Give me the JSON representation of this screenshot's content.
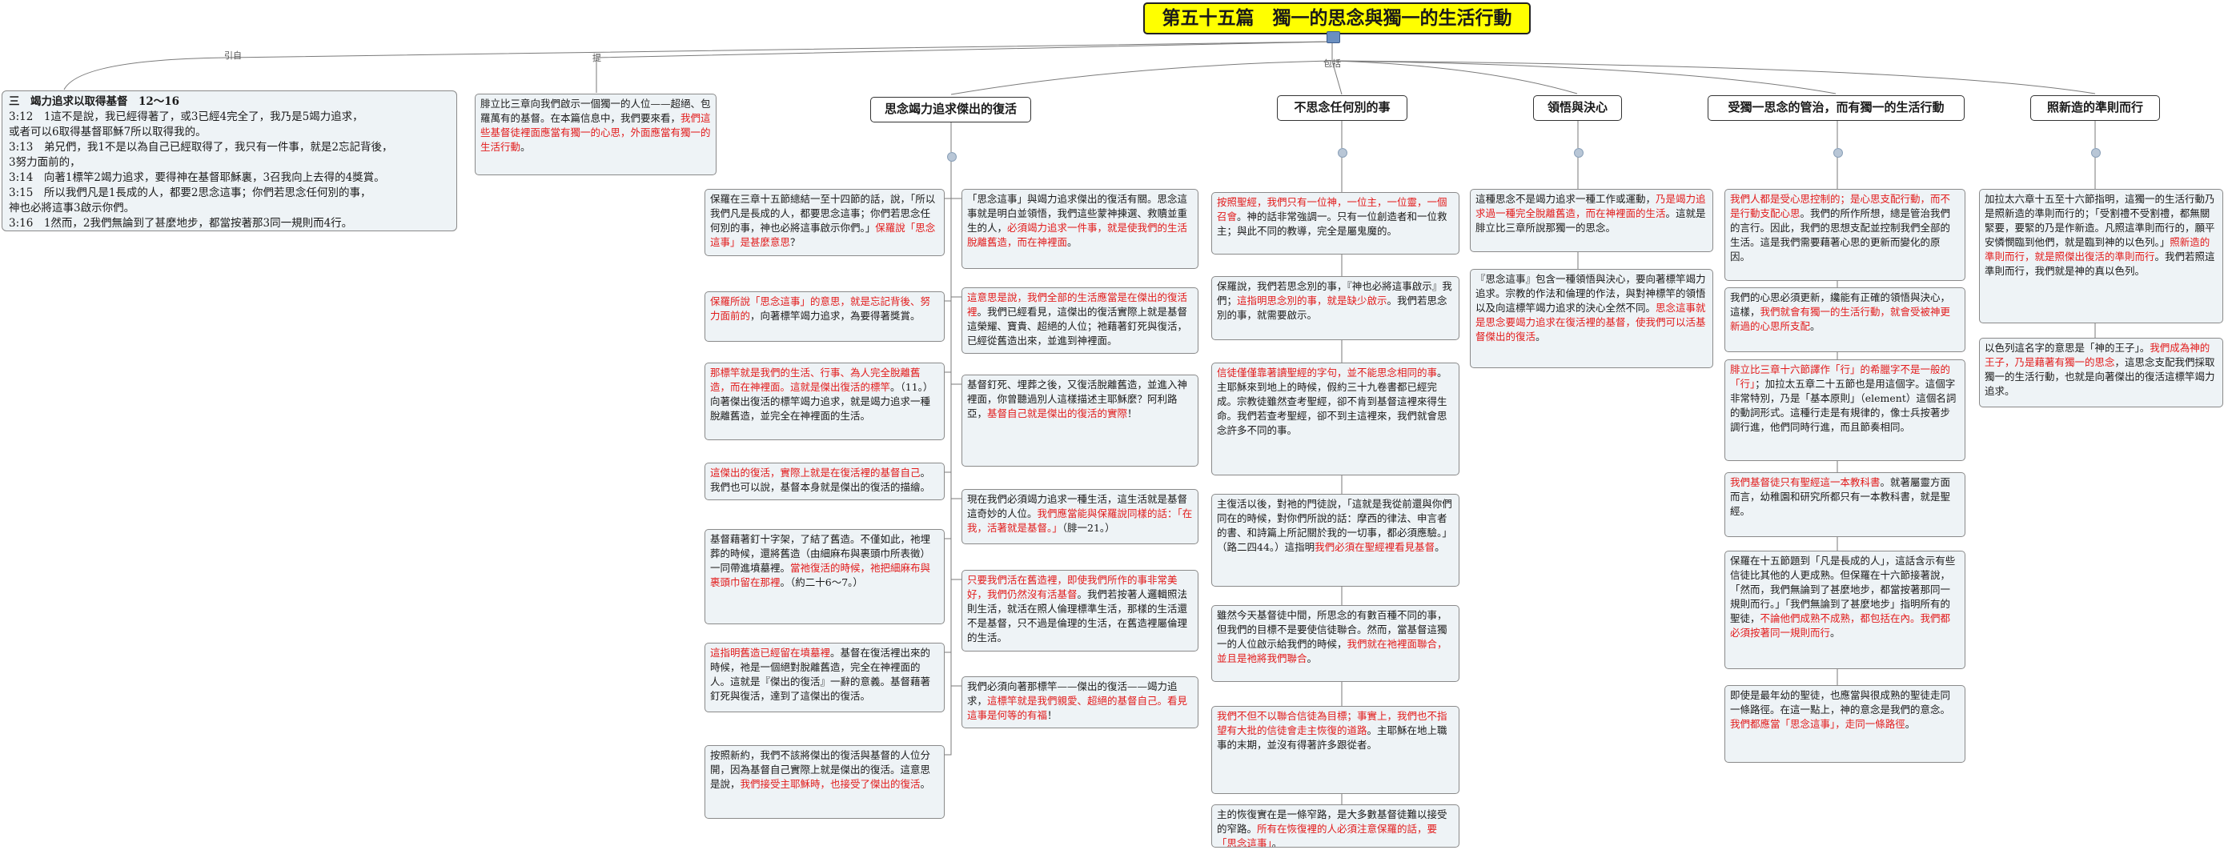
{
  "title": "第五十五篇　獨一的思念與獨一的生活行動",
  "branch_labels": {
    "yin": "引自",
    "ti": "提",
    "baokuo": "包括"
  },
  "scripture": {
    "heading": "三　竭力追求以取得基督　12～16",
    "lines": [
      "3:12　1這不是說，我已經得著了，或3已經4完全了，我乃是5竭力追求，",
      "或者可以6取得基督耶穌7所以取得我的。",
      "3:13　弟兄們，我1不是以為自己已經取得了，我只有一件事，就是2忘記背後，",
      "3努力面前的，",
      "3:14　向著1標竿2竭力追求，要得神在基督耶穌裏，3召我向上去得的4獎賞。",
      "3:15　所以我們凡是1長成的人，都要2思念這事；你們若思念任何別的事，",
      "神也必將這事3啟示你們。",
      "3:16　1然而，2我們無論到了甚麼地步，都當按著那3同一規則而4行。"
    ]
  },
  "intro_note": [
    {
      "t": "腓立比三章向我們啟示一個獨一的人位——超絕、包羅萬有的基督。在本篇信息中，我們要來看，",
      "r": false
    },
    {
      "t": "我們這些基督徒裡面應當有獨一的心思，外面應當有獨一的生活行動",
      "r": true
    },
    {
      "t": "。",
      "r": false
    }
  ],
  "topics": [
    {
      "label": "思念竭力追求傑出的復活"
    },
    {
      "label": "不思念任何別的事"
    },
    {
      "label": "領悟與決心"
    },
    {
      "label": "受獨一思念的管治，而有獨一的生活行動"
    },
    {
      "label": "照新造的準則而行"
    }
  ],
  "columns": {
    "c1a": [
      [
        {
          "t": "保羅在三章十五節總結一至十四節的話，說，「所以我們凡是長成的人，都要思念這事；你們若思念任何別的事，神也必將這事啟示你們。」",
          "r": false
        },
        {
          "t": "保羅說「思念這事」是甚麼意思",
          "r": true
        },
        {
          "t": "？",
          "r": false
        }
      ],
      [
        {
          "t": "保羅所說「思念這事」的意思，就是忘記背後、努力面前的",
          "r": true
        },
        {
          "t": "，向著標竿竭力追求，為要得著獎賞。",
          "r": false
        }
      ],
      [
        {
          "t": "那標竿就是我們的生活、行事、為人完全脫離舊造，而在神裡面。這就是傑出復活的標竿",
          "r": true
        },
        {
          "t": "。（11。）向著傑出復活的標竿竭力追求，就是竭力追求一種脫離舊造，並完全在神裡面的生活。",
          "r": false
        }
      ],
      [
        {
          "t": "這傑出的復活，實際上就是在復活裡的基督自己",
          "r": true
        },
        {
          "t": "。我們也可以說，基督本身就是傑出的復活的描繪。",
          "r": false
        }
      ],
      [
        {
          "t": "基督藉著釘十字架，了結了舊造。不僅如此，祂埋葬的時候，還將舊造（由細麻布與裹頭巾所表徵）一同帶進墳墓裡。",
          "r": false
        },
        {
          "t": "當祂復活的時候，祂把細麻布與裹頭巾留在那裡",
          "r": true
        },
        {
          "t": "。（約二十6～7。）",
          "r": false
        }
      ],
      [
        {
          "t": "這指明舊造已經留在墳墓裡",
          "r": true
        },
        {
          "t": "。基督在復活裡出來的時候，祂是一個絕對脫離舊造，完全在神裡面的人。這就是『傑出的復活』一辭的意義。基督藉著釘死與復活，達到了這傑出的復活。",
          "r": false
        }
      ],
      [
        {
          "t": "按照新約，我們不該將傑出的復活與基督的人位分開，因為基督自己實際上就是傑出的復活。這意思是說，",
          "r": false
        },
        {
          "t": "我們接受主耶穌時，也接受了傑出的復活",
          "r": true
        },
        {
          "t": "。",
          "r": false
        }
      ]
    ],
    "c1b": [
      [
        {
          "t": "「思念這事」與竭力追求傑出的復活有關。思念這事就是明白並領悟，我們這些蒙神揀選、救贖並重生的人，",
          "r": false
        },
        {
          "t": "必須竭力追求一件事，就是使我們的生活脫離舊造，而在神裡面",
          "r": true
        },
        {
          "t": "。",
          "r": false
        }
      ],
      [
        {
          "t": "這意思是說，我們全部的生活應當是在傑出的復活裡",
          "r": true
        },
        {
          "t": "。我們已經看見，這傑出的復活實際上就是基督這榮耀、寶貴、超絕的人位；祂藉著釘死與復活，已經從舊造出來，並進到神裡面。",
          "r": false
        }
      ],
      [
        {
          "t": "基督釘死、埋葬之後，又復活脫離舊造，並進入神裡面，你曾聽過別人這樣描述主耶穌麼？阿利路亞，",
          "r": false
        },
        {
          "t": "基督自己就是傑出的復活的實際",
          "r": true
        },
        {
          "t": "！",
          "r": false
        }
      ],
      [
        {
          "t": "現在我們必須竭力追求一種生活，這生活就是基督這奇妙的人位。",
          "r": false
        },
        {
          "t": "我們應當能與保羅說同樣的話：「在我，活著就是基督。」",
          "r": true
        },
        {
          "t": "（腓一21。）",
          "r": false
        }
      ],
      [
        {
          "t": "只要我們活在舊造裡，即使我們所作的事非常美好，我們仍然沒有活基督",
          "r": true
        },
        {
          "t": "。我們若按著人邏輯照法則生活，就活在照人倫理標準生活，那樣的生活還不是基督，只不過是倫理的生活，在舊造裡屬倫理的生活。",
          "r": false
        }
      ],
      [
        {
          "t": "我們必須向著那標竿——傑出的復活——竭力追求，",
          "r": false
        },
        {
          "t": "這標竿就是我們親愛、超絕的基督自己。看見這事是何等的有福",
          "r": true
        },
        {
          "t": "！",
          "r": false
        }
      ]
    ],
    "c2": [
      [
        {
          "t": "按照聖經，我們只有一位神，一位主，一位靈，一個召會",
          "r": true
        },
        {
          "t": "。神的話非常強調一。只有一位創造者和一位救主；與此不同的教導，完全是屬鬼魔的。",
          "r": false
        }
      ],
      [
        {
          "t": "保羅說，我們若思念別的事，『神也必將這事啟示』我們；",
          "r": false
        },
        {
          "t": "這指明思念別的事，就是缺少啟示",
          "r": true
        },
        {
          "t": "。我們若思念別的事，就需要啟示。",
          "r": false
        }
      ],
      [
        {
          "t": "信徒僅僅靠著讀聖經的字句，並不能思念相同的事",
          "r": true
        },
        {
          "t": "。主耶穌來到地上的時候，假約三十九卷書都已經完成。宗教徒雖然查考聖經，卻不肯到基督這裡來得生命。我們若查考聖經，卻不到主這裡來，我們就會思念許多不同的事。",
          "r": false
        }
      ],
      [
        {
          "t": "主復活以後，對祂的門徒說，「這就是我從前還與你們同在的時候，對你們所說的話：摩西的律法、申言者的書、和詩篇上所記關於我的一切事，都必須應驗。」（路二四44。）這指明",
          "r": false
        },
        {
          "t": "我們必須在聖經裡看見基督",
          "r": true
        },
        {
          "t": "。",
          "r": false
        }
      ],
      [
        {
          "t": "雖然今天基督徒中間，所思念的有數百種不同的事，但我們的目標不是要使信徒聯合。然而，當基督這獨一的人位啟示給我們的時候，",
          "r": false
        },
        {
          "t": "我們就在祂裡面聯合，並且是祂將我們聯合",
          "r": true
        },
        {
          "t": "。",
          "r": false
        }
      ],
      [
        {
          "t": "我們不但不以聯合信徒為目標；事實上，我們也不指望有大批的信徒會走主恢復的道路",
          "r": true
        },
        {
          "t": "。主耶穌在地上職事的末期，並沒有得著許多跟從者。",
          "r": false
        }
      ],
      [
        {
          "t": "主的恢復實在是一條窄路，是大多數基督徒難以接受的窄路。",
          "r": false
        },
        {
          "t": "所有在恢復裡的人必須注意保羅的話，要「思念這事」",
          "r": true
        },
        {
          "t": "。",
          "r": false
        }
      ]
    ],
    "c3": [
      [
        {
          "t": "這種思念不是竭力追求一種工作或運動，",
          "r": false
        },
        {
          "t": "乃是竭力追求過一種完全脫離舊造，而在神裡面的生活",
          "r": true
        },
        {
          "t": "。這就是腓立比三章所說那獨一的思念。",
          "r": false
        }
      ],
      [
        {
          "t": "『思念這事』包含一種領悟與決心，要向著標竿竭力追求。宗教的作法和倫理的作法，與對神標竿的領悟以及向這標竿竭力追求的決心全然不同。",
          "r": false
        },
        {
          "t": "思念這事就是思念要竭力追求在復活裡的基督，使我們可以活基督傑出的復活",
          "r": true
        },
        {
          "t": "。",
          "r": false
        }
      ]
    ],
    "c4": [
      [
        {
          "t": "我們人都是受心思控制的；是心思支配行動，而不是行動支配心思",
          "r": true
        },
        {
          "t": "。我們的所作所想，總是管治我們的言行。因此，我們的思想支配並控制我們全部的生活。這是我們需要藉著心思的更新而變化的原因。",
          "r": false
        }
      ],
      [
        {
          "t": "我們的心思必須更新，纔能有正確的領悟與決心，這樣，",
          "r": false
        },
        {
          "t": "我們就會有獨一的生活行動，就會受被神更新過的心思所支配",
          "r": true
        },
        {
          "t": "。",
          "r": false
        }
      ],
      [
        {
          "t": "腓立比三章十六節譯作「行」的希臘字不是一般的「行」",
          "r": true
        },
        {
          "t": "；加拉太五章二十五節也是用這個字。這個字非常特別，乃是「基本原則」（element）這個名詞的動詞形式。這種行走是有規律的，像士兵按著步調行進，他們同時行進，而且節奏相同。",
          "r": false
        }
      ],
      [
        {
          "t": "我們基督徒只有聖經這一本教科書",
          "r": true
        },
        {
          "t": "。就著屬靈方面而言，幼稚園和研究所都只有一本教科書，就是聖經。",
          "r": false
        }
      ],
      [
        {
          "t": "保羅在十五節題到「凡是長成的人」，這話含示有些信徒比其他的人更成熟。但保羅在十六節接著說，「然而，我們無論到了甚麼地步，都當按著那同一規則而行。」「我們無論到了甚麼地步」指明所有的聖徒，",
          "r": false
        },
        {
          "t": "不論他們成熟不成熟，都包括在內。我們都必須按著同一規則而行",
          "r": true
        },
        {
          "t": "。",
          "r": false
        }
      ],
      [
        {
          "t": "即使是最年幼的聖徒，也應當與很成熟的聖徒走同一條路徑。在這一點上，神的意念是我們的意念。",
          "r": false
        },
        {
          "t": "我們都應當「思念這事」，走同一條路徑",
          "r": true
        },
        {
          "t": "。",
          "r": false
        }
      ]
    ],
    "c5": [
      [
        {
          "t": "加拉太六章十五至十六節指明，這獨一的生活行動乃是照新造的準則而行的；「受割禮不受割禮，都無關緊要，要緊的乃是作新造。凡照這準則而行的，願平安憐憫臨到他們，就是臨到神的以色列。」",
          "r": false
        },
        {
          "t": "照新造的準則而行，就是照傑出復活的準則而行",
          "r": true
        },
        {
          "t": "。我們若照這準則而行，我們就是神的真以色列。",
          "r": false
        }
      ],
      [
        {
          "t": "以色列這名字的意思是「神的王子」。",
          "r": false
        },
        {
          "t": "我們成為神的王子，乃是藉著有獨一的思念",
          "r": true
        },
        {
          "t": "，這思念支配我們採取獨一的生活行動，也就是向著傑出的復活這標竿竭力追求。",
          "r": false
        }
      ]
    ]
  }
}
